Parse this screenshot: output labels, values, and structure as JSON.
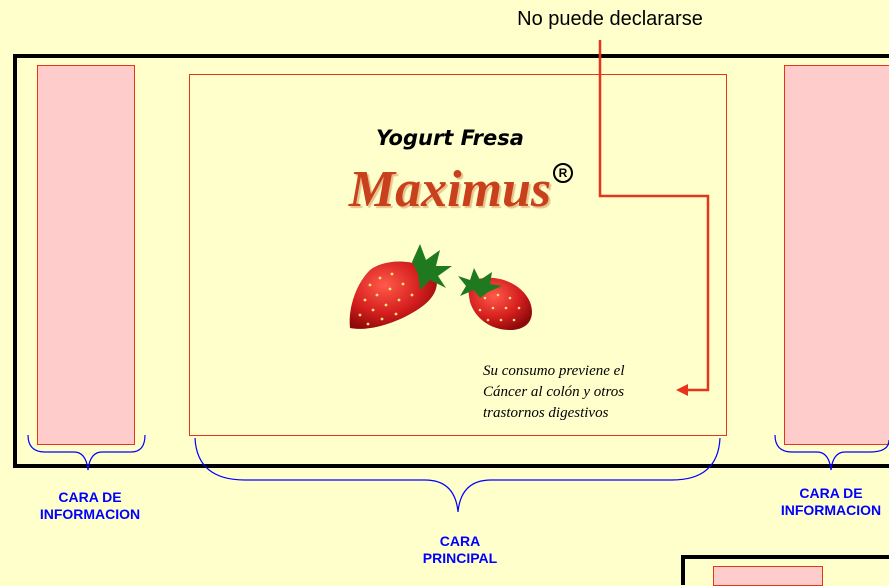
{
  "annotation": {
    "text": "No puede declararse"
  },
  "product": {
    "name": "Yogurt Fresa",
    "brand": "Maximus",
    "registered_mark": "R",
    "claim_lines": [
      "Su consumo previene el",
      "Cáncer al colón y otros",
      "trastornos digestivos"
    ]
  },
  "labels": {
    "left_info": [
      "CARA DE",
      "INFORMACION"
    ],
    "right_info": [
      "CARA DE",
      "INFORMACION"
    ],
    "main": [
      "CARA",
      "PRINCIPAL"
    ]
  },
  "colors": {
    "background": "#ffffcc",
    "panel_fill": "#ffcccc",
    "panel_border": "#e8341c",
    "label_blue": "#0000ff",
    "brace_blue": "#0000ff",
    "brand_red": "#c8401c",
    "arrow_red": "#e8341c"
  }
}
